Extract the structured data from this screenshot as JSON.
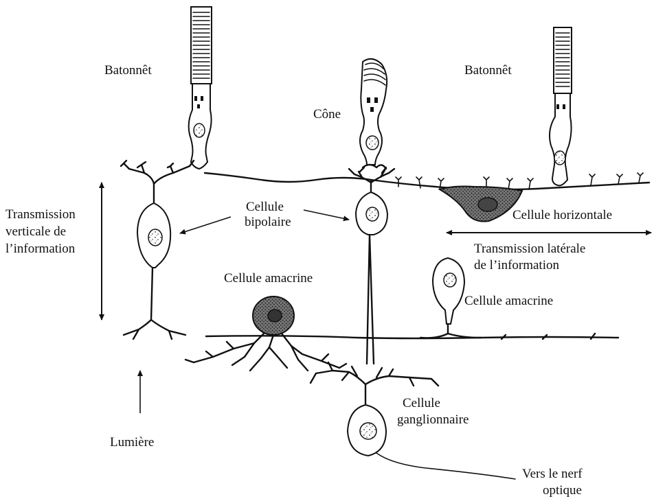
{
  "labels": {
    "rod_left": "Batonnêt",
    "cone": "Cône",
    "rod_right": "Batonnêt",
    "bipolar": [
      "Cellule",
      "bipolaire"
    ],
    "vertical": [
      "Transmission",
      "verticale de",
      "l’information"
    ],
    "horizontal_cell": "Cellule horizontale",
    "lateral": [
      "Transmission latérale",
      "de l’information"
    ],
    "amacrine_left": "Cellule amacrine",
    "amacrine_right": "Cellule amacrine",
    "ganglion": [
      "Cellule",
      "ganglionnaire"
    ],
    "light": "Lumière",
    "nerve": [
      "Vers le nerf",
      "optique"
    ]
  },
  "colors": {
    "ink": "#111111",
    "background": "#ffffff"
  }
}
